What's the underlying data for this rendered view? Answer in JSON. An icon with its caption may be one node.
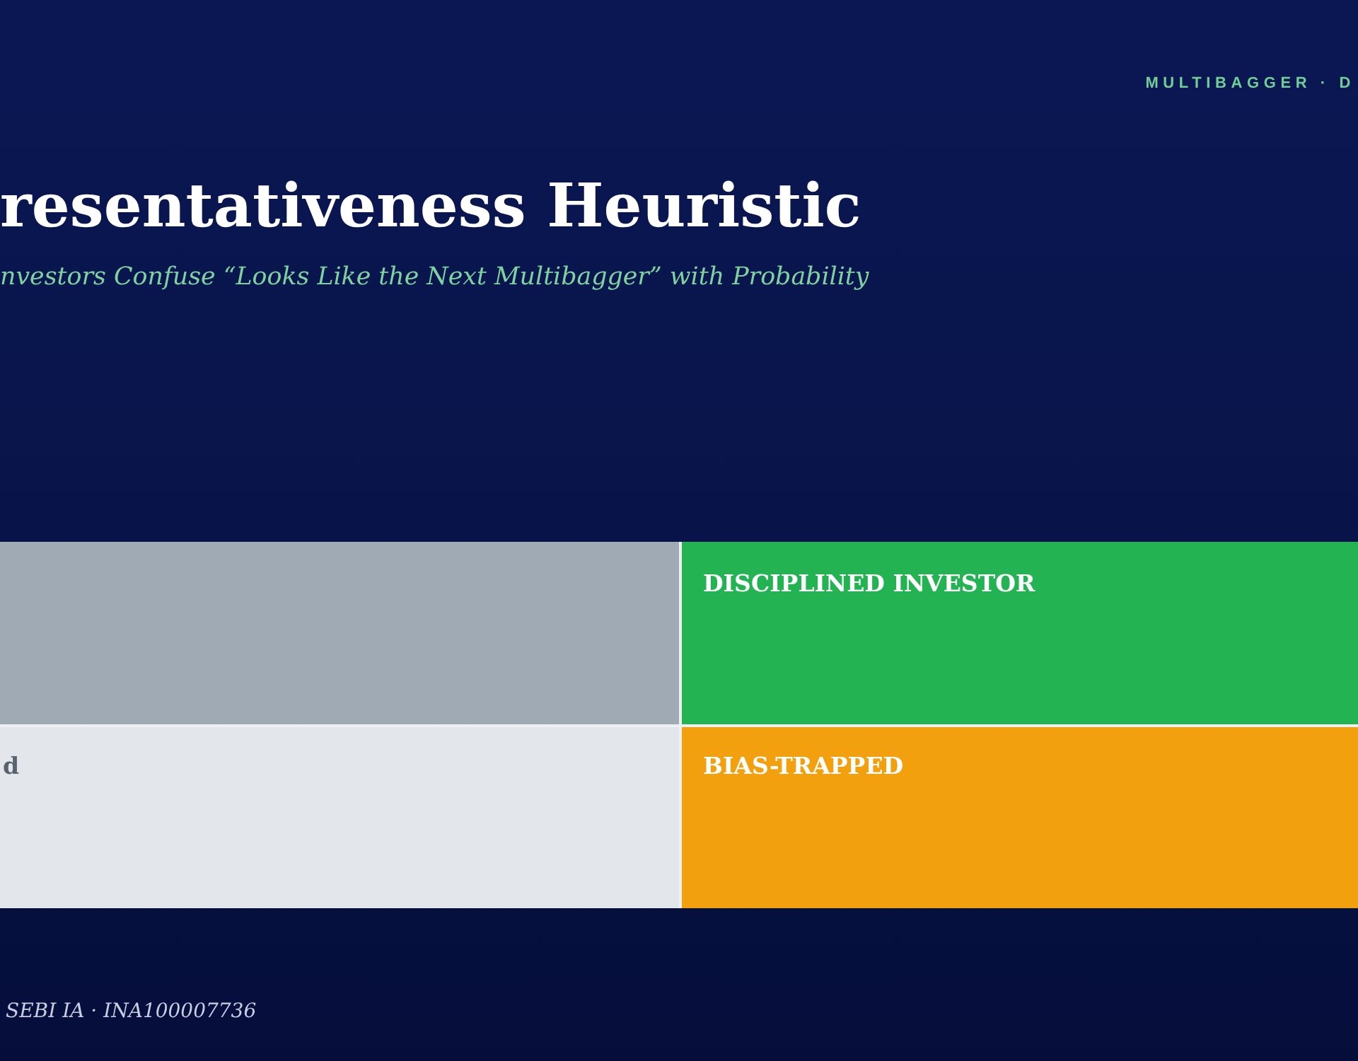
{
  "diagram": {
    "title": "resentativeness Heuristic",
    "nodes": [
      {
        "text": [],
        "shape": "box"
      },
      {
        "text": [
          "DISCIPLINED INVESTOR"
        ]
      },
      {
        "text": [
          "d"
        ]
      },
      {
        "text": [
          "BIAS-TRAPPED"
        ]
      }
    ],
    "edges": [],
    "labels": [
      "MULTIBAGGER · D",
      "nvestors Confuse “Looks Like the Next Multibagger” with Probability",
      "SEBI IA · INA100007736"
    ]
  }
}
